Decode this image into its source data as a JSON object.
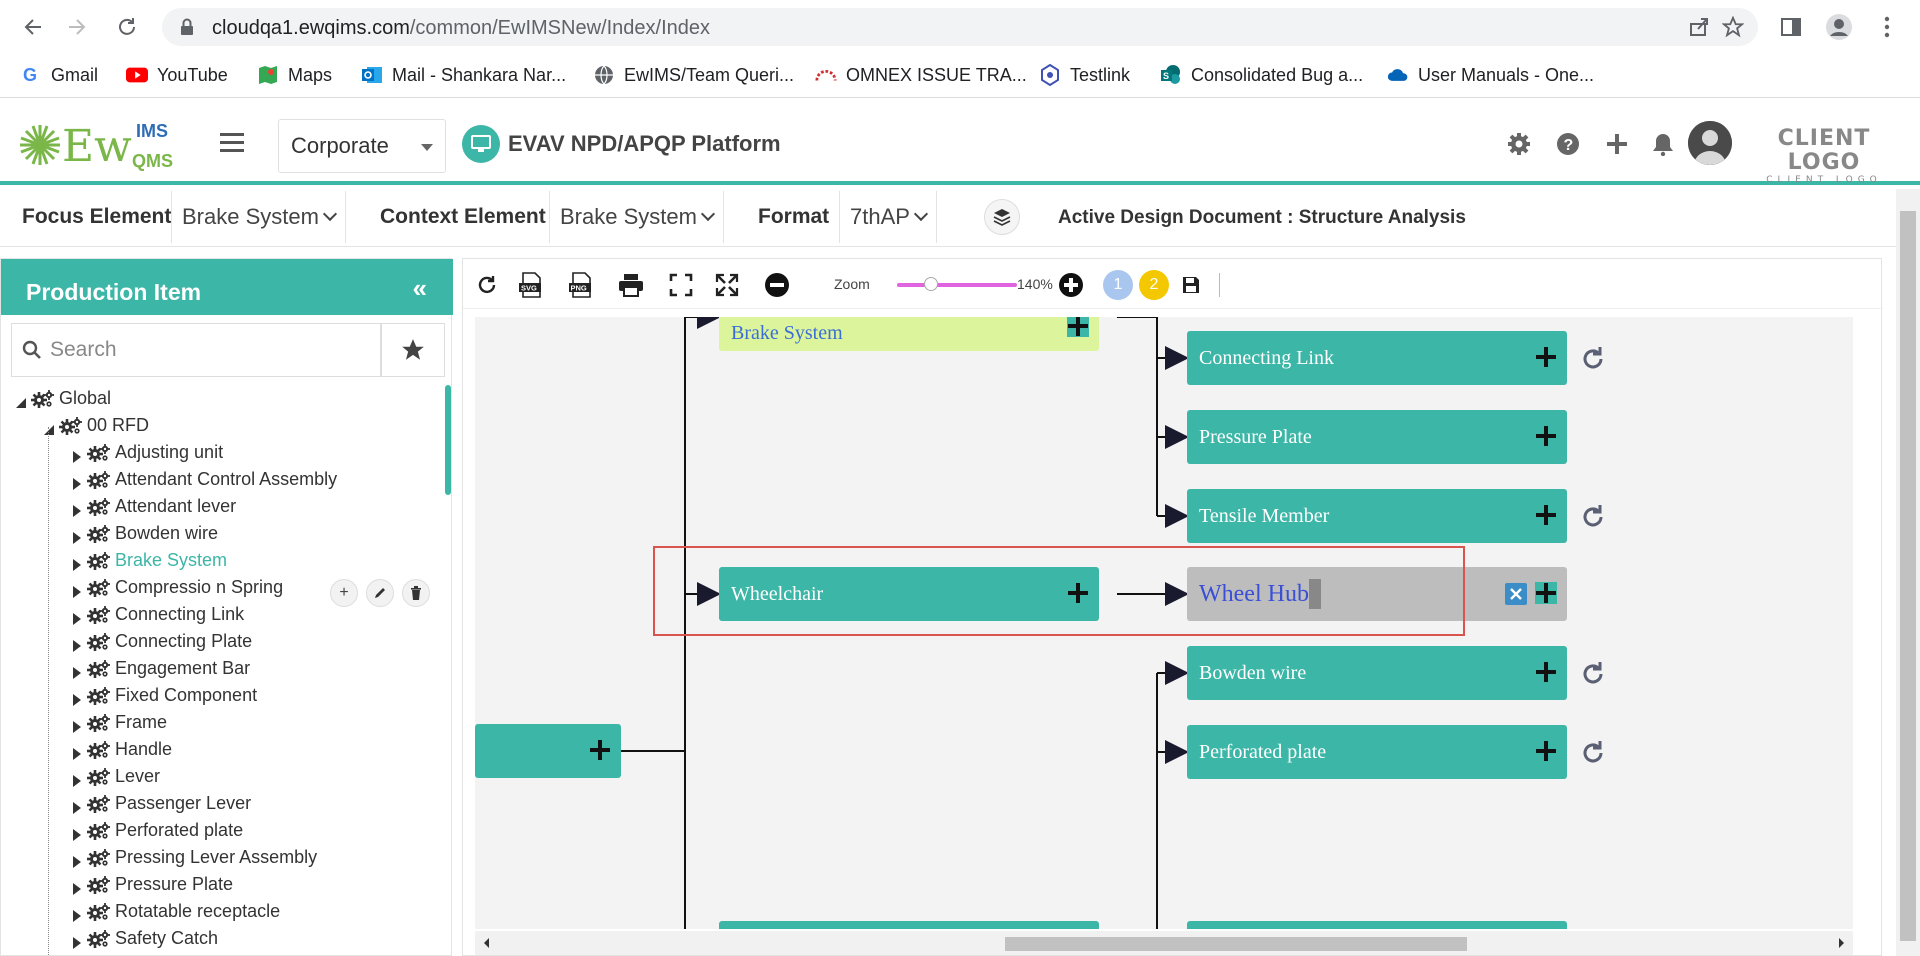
{
  "browser": {
    "url_host": "cloudqa1.ewqims.com",
    "url_path": "/common/EwIMSNew/Index/Index",
    "bookmarks": [
      {
        "label": "Gmail",
        "icon": "gmail-icon"
      },
      {
        "label": "YouTube",
        "icon": "youtube-icon"
      },
      {
        "label": "Maps",
        "icon": "maps-icon"
      },
      {
        "label": "Mail - Shankara Nar...",
        "icon": "outlook-icon"
      },
      {
        "label": "EwIMS/Team Queri...",
        "icon": "globe-icon"
      },
      {
        "label": "OMNEX ISSUE TRA...",
        "icon": "omnex-icon"
      },
      {
        "label": "Testlink",
        "icon": "testlink-icon"
      },
      {
        "label": "Consolidated Bug a...",
        "icon": "sharepoint-icon"
      },
      {
        "label": "User Manuals - One...",
        "icon": "onedrive-icon"
      }
    ]
  },
  "header": {
    "logo_main": "Ew",
    "logo_sup": "IMS",
    "logo_sub": "QMS",
    "corporate": "Corporate",
    "platform": "EVAV NPD/APQP Platform",
    "client_logo": "CLIENT LOGO",
    "client_logo_sub": "CLIENT LOGO"
  },
  "filters": {
    "focus_label": "Focus Element",
    "focus_value": "Brake System",
    "context_label": "Context Element",
    "context_value": "Brake System",
    "format_label": "Format",
    "format_value": "7thAP",
    "active_doc": "Active Design Document : Structure Analysis"
  },
  "sidebar": {
    "title": "Production Item",
    "search_placeholder": "Search",
    "tree": [
      {
        "label": "Global",
        "level": 0
      },
      {
        "label": "00 RFD",
        "level": 1
      },
      {
        "label": "Adjusting unit",
        "level": 2
      },
      {
        "label": "Attendant Control Assembly",
        "level": 2
      },
      {
        "label": "Attendant lever",
        "level": 2
      },
      {
        "label": "Bowden wire",
        "level": 2
      },
      {
        "label": "Brake System",
        "level": 2,
        "selected": true
      },
      {
        "label": "Compressio n Spring",
        "level": 2
      },
      {
        "label": "Connecting Link",
        "level": 2
      },
      {
        "label": "Connecting Plate",
        "level": 2
      },
      {
        "label": "Engagement Bar",
        "level": 2
      },
      {
        "label": "Fixed Component",
        "level": 2
      },
      {
        "label": "Frame",
        "level": 2
      },
      {
        "label": "Handle",
        "level": 2
      },
      {
        "label": "Lever",
        "level": 2
      },
      {
        "label": "Passenger Lever",
        "level": 2
      },
      {
        "label": "Perforated plate",
        "level": 2
      },
      {
        "label": "Pressing Lever Assembly",
        "level": 2
      },
      {
        "label": "Pressure Plate",
        "level": 2
      },
      {
        "label": "Rotatable receptacle",
        "level": 2
      },
      {
        "label": "Safety Catch",
        "level": 2
      }
    ]
  },
  "toolbar": {
    "zoom_label": "Zoom",
    "zoom_value": "140%",
    "zoom_fraction": 0.28,
    "badge1": "1",
    "badge2": "2",
    "svg_label": "SVG",
    "png_label": "PNG"
  },
  "diagram": {
    "brake_system": "Brake System",
    "wheelchair": "Wheelchair",
    "wheel_hub": "Wheel Hub",
    "right_nodes": [
      "Connecting Link",
      "Pressure Plate",
      "Tensile Member",
      "Bowden wire",
      "Perforated plate"
    ]
  },
  "colors": {
    "accent": "#3cb6a6",
    "brake_box": "#dcf59c",
    "edit_box": "#bdbdbd",
    "highlight": "#d9534f",
    "badge1": "#a9c6ef",
    "badge2": "#f3c800"
  }
}
